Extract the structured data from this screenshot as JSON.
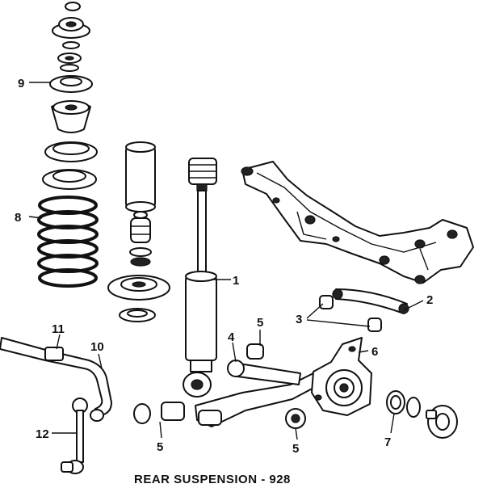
{
  "caption": "REAR SUSPENSION - 928",
  "callouts": {
    "c1": "1",
    "c2": "2",
    "c3": "3",
    "c4": "4",
    "c5a": "5",
    "c5b": "5",
    "c5c": "5",
    "c6": "6",
    "c7": "7",
    "c8": "8",
    "c9": "9",
    "c10": "10",
    "c11": "11",
    "c12": "12"
  }
}
